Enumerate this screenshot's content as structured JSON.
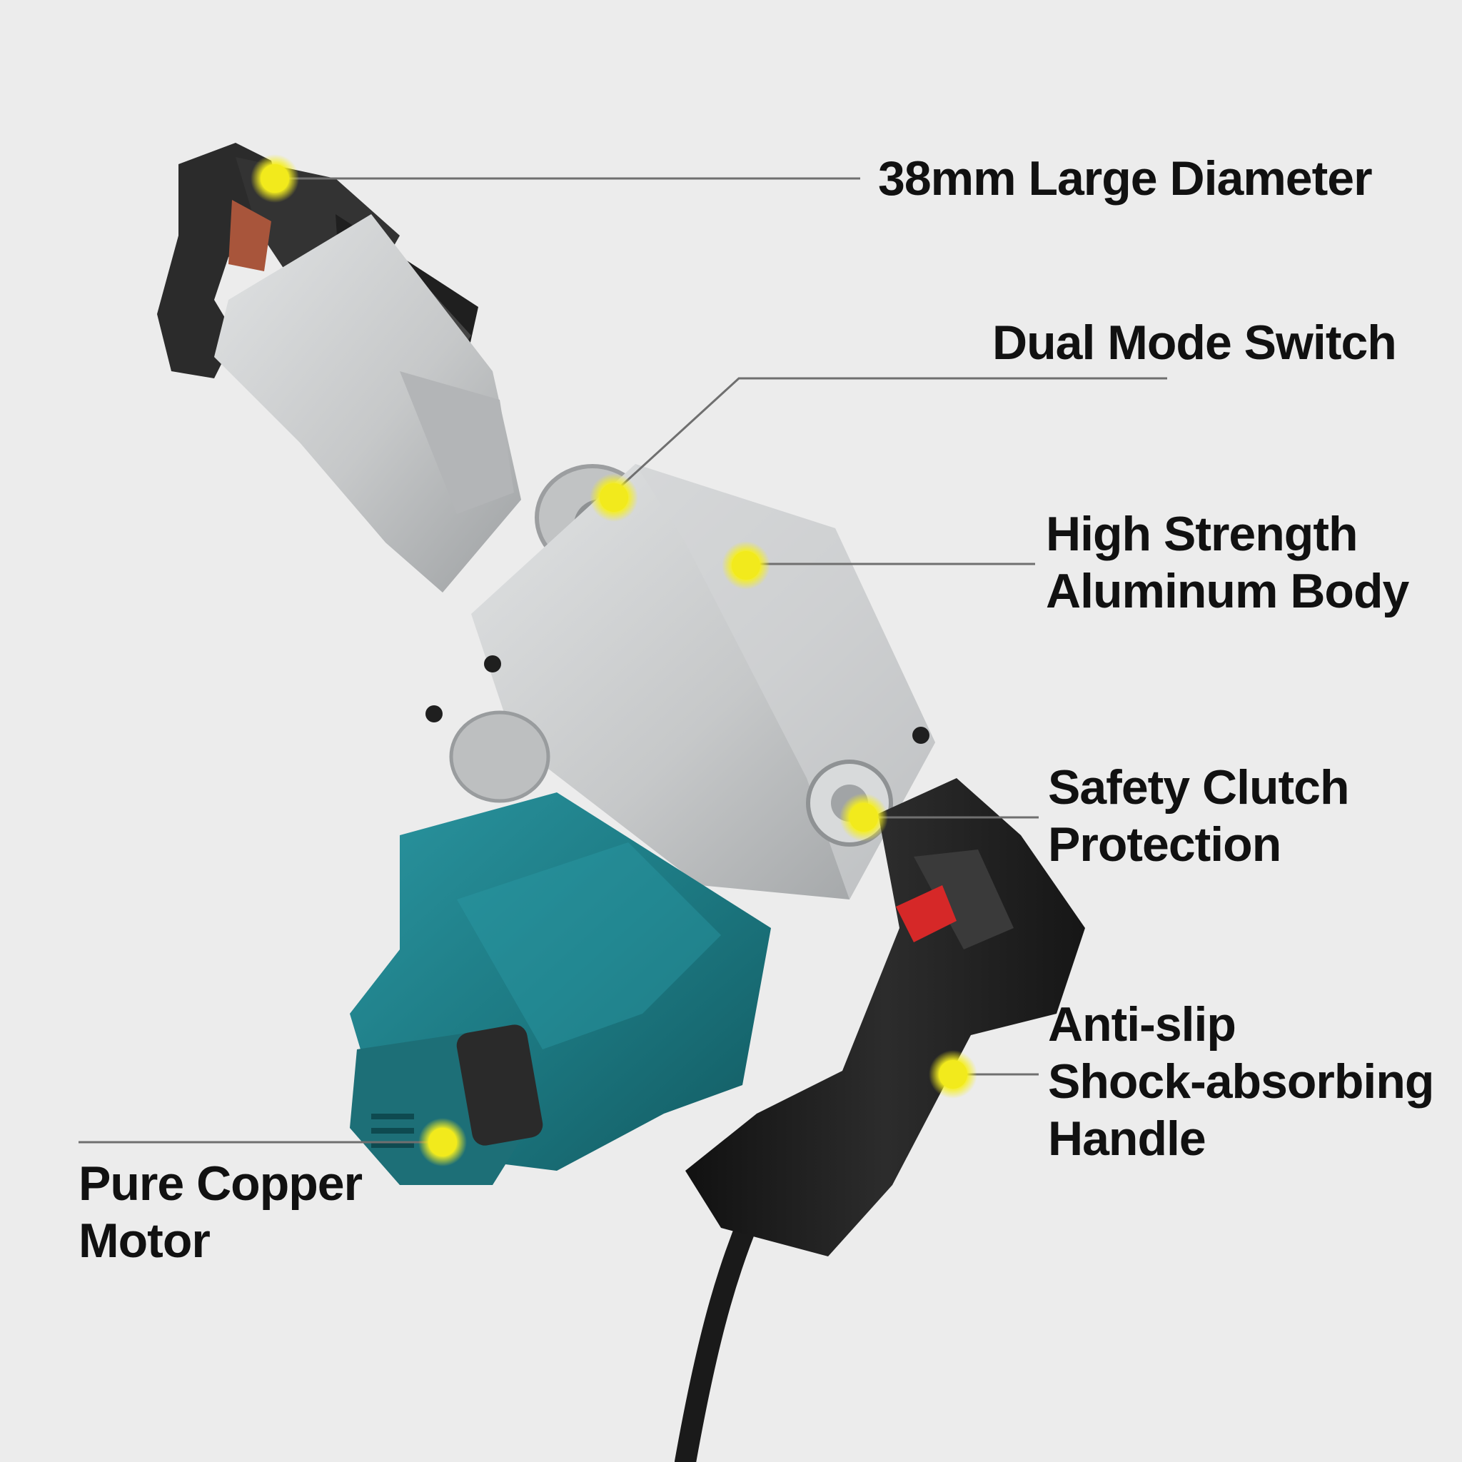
{
  "callouts": {
    "diameter": {
      "lines": [
        "38mm Large Diameter"
      ]
    },
    "switch": {
      "lines": [
        "Dual Mode Switch"
      ]
    },
    "body": {
      "lines": [
        "High Strength",
        "Aluminum Body"
      ]
    },
    "clutch": {
      "lines": [
        "Safety Clutch",
        "Protection"
      ]
    },
    "handle": {
      "lines": [
        "Anti-slip",
        "Shock-absorbing",
        "Handle"
      ]
    },
    "motor": {
      "lines": [
        "Pure Copper",
        "Motor"
      ]
    }
  },
  "colors": {
    "background": "#ececec",
    "marker": "#f2ea1c",
    "leader_line": "#6f6f6f",
    "text": "#111111",
    "tool_silver": "#c9cbcc",
    "tool_teal": "#1f7d86",
    "tool_black": "#222222",
    "trigger_red": "#d62828"
  },
  "icons": {
    "product": "rotary-hammer-drill-photo",
    "marker": "yellow-dot-marker"
  }
}
